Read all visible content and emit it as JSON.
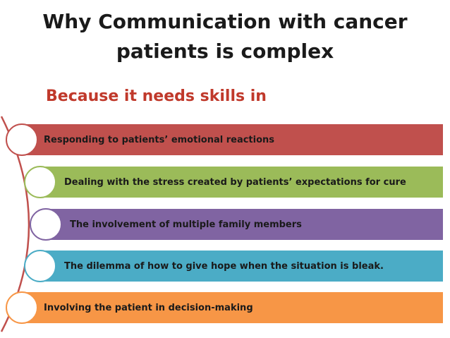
{
  "slide": {
    "title_line1": "Why Communication with cancer",
    "title_line2": "patients is complex",
    "subtitle": "Because it needs  skills in"
  },
  "items": [
    {
      "label": "Responding to patients’ emotional reactions",
      "color": "#c0504d"
    },
    {
      "label": "Dealing with the stress created by patients’ expectations for cure",
      "color": "#9bbb59"
    },
    {
      "label": "The involvement of multiple family members",
      "color": "#8064a2"
    },
    {
      "label": "The dilemma of how to give hope when the situation is bleak.",
      "color": "#4bacc6"
    },
    {
      "label": "Involving the patient in decision-making",
      "color": "#f79646"
    }
  ]
}
